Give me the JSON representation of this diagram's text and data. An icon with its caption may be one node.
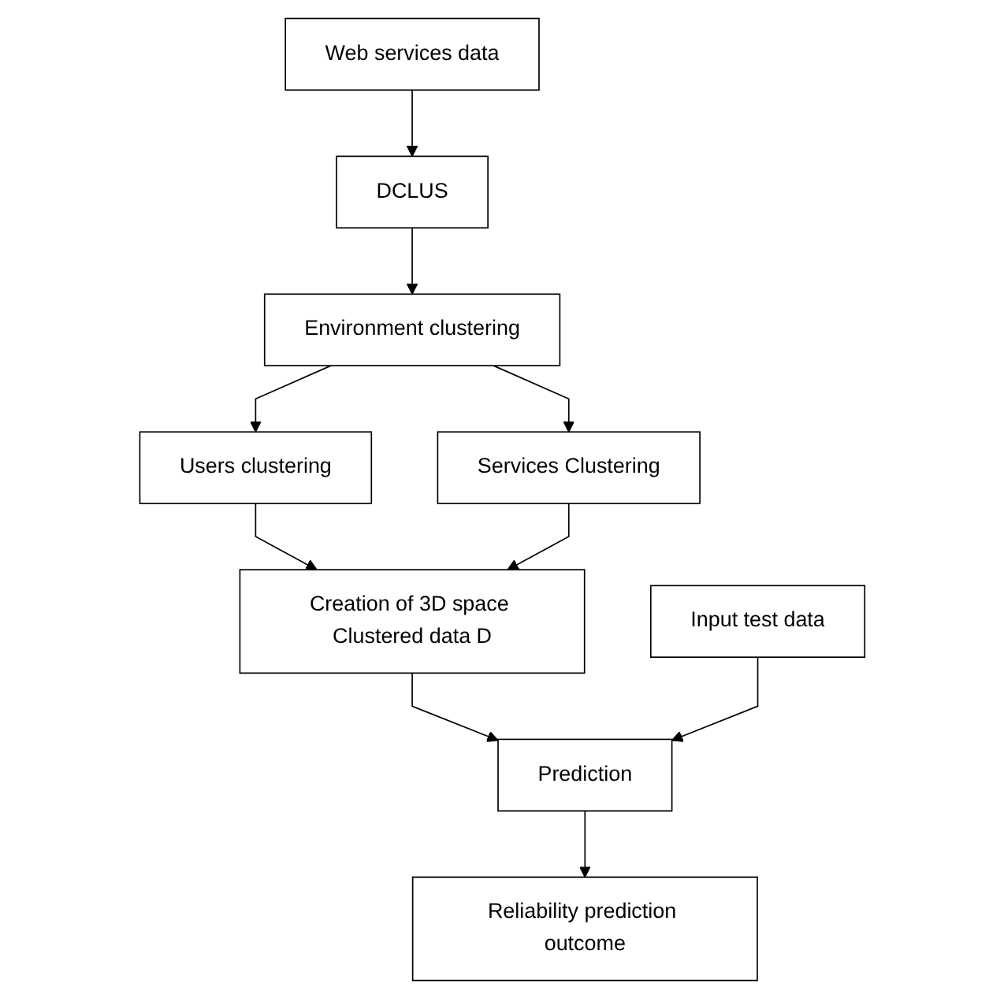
{
  "diagram": {
    "nodes": [
      {
        "text": [
          "Web services data"
        ]
      },
      {
        "text": [
          "DCLUS"
        ]
      },
      {
        "text": [
          "Environment clustering"
        ]
      },
      {
        "text": [
          "Users clustering"
        ]
      },
      {
        "text": [
          "Services Clustering"
        ]
      },
      {
        "text": [
          "Creation of 3D space Clustered data D"
        ]
      },
      {
        "text": [
          "Input test data"
        ]
      },
      {
        "text": [
          "Prediction"
        ]
      },
      {
        "text": [
          "Reliability prediction outcome"
        ]
      }
    ],
    "edges": [
      {
        "from": 0,
        "to": 1,
        "arrow": "to"
      },
      {
        "from": 1,
        "to": 2,
        "arrow": "to"
      },
      {
        "from": 2,
        "to": 3,
        "arrow": "to"
      },
      {
        "from": 2,
        "to": 4,
        "arrow": "to"
      },
      {
        "from": 3,
        "to": 5,
        "arrow": "to"
      },
      {
        "from": 4,
        "to": 5,
        "arrow": "to"
      },
      {
        "from": 5,
        "to": 7,
        "arrow": "to"
      },
      {
        "from": 6,
        "to": 7,
        "arrow": "to"
      },
      {
        "from": 7,
        "to": 8,
        "arrow": "to"
      }
    ]
  }
}
